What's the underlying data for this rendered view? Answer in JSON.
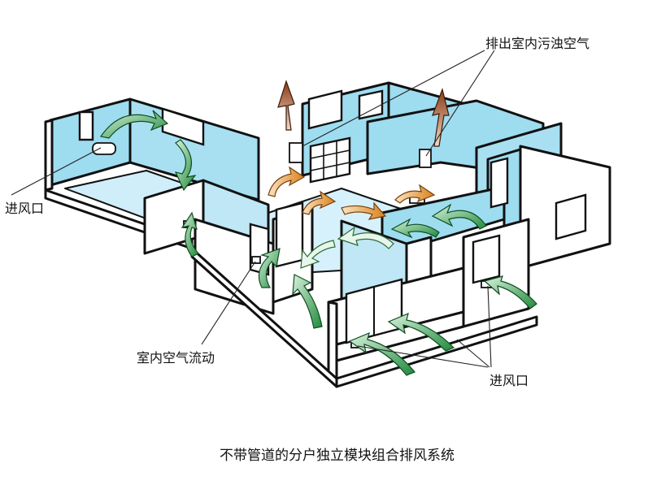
{
  "labels": {
    "exhaust": "排出室内污浊空气",
    "inlet_left": "进风口",
    "airflow": "室内空气流动",
    "inlet_right": "进风口"
  },
  "caption": "不带管道的分户独立模块组合排风系统",
  "colors": {
    "wall_fill": "#ffffff",
    "room_floor": "#cfeef9",
    "room_wall": "#9edcf0",
    "outline": "#111111",
    "fresh_arrow": "#1f8a3c",
    "exhaust_arrow": "#8a3a14",
    "internal_arrow": "#e08a2a"
  }
}
